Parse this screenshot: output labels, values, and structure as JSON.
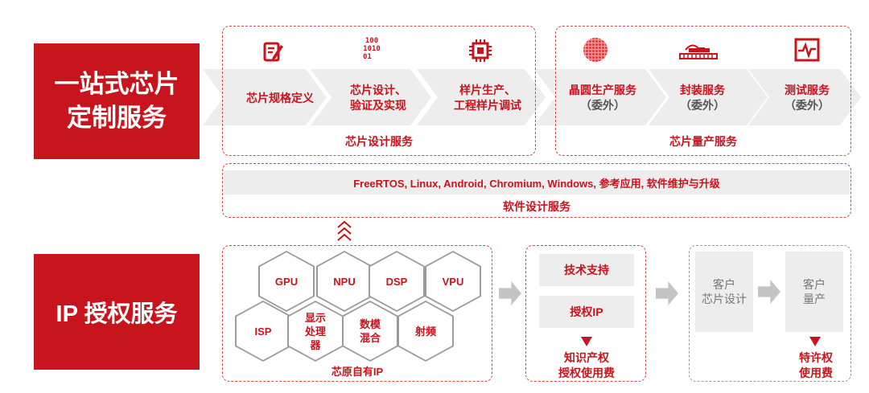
{
  "titles": {
    "top_line1": "一站式芯片",
    "top_line2": "定制服务",
    "bottom": "IP 授权服务"
  },
  "design_steps": [
    {
      "label_line1": "芯片规格定义",
      "label_line2": "",
      "icon": "edit-document-icon"
    },
    {
      "label_line1": "芯片设计、",
      "label_line2": "验证及实现",
      "icon": "binary-code-icon",
      "icon_text": [
        "100",
        "1010",
        "01"
      ]
    },
    {
      "label_line1": "样片生产、",
      "label_line2": "工程样片调试",
      "icon": "chip-icon"
    }
  ],
  "production_steps": [
    {
      "label": "晶圆生产服务",
      "sub": "（委外）",
      "icon": "wafer-icon"
    },
    {
      "label": "封装服务",
      "sub": "（委外）",
      "icon": "packaging-icon"
    },
    {
      "label": "测试服务",
      "sub": "（委外）",
      "icon": "test-monitor-icon"
    }
  ],
  "group_titles": {
    "design": "芯片设计服务",
    "production": "芯片量产服务"
  },
  "software": {
    "items": "FreeRTOS, Linux, Android, Chromium, Windows, 参考应用, 软件维护与升级",
    "title": "软件设计服务"
  },
  "ip_hexes": [
    {
      "label": "GPU"
    },
    {
      "label": "NPU"
    },
    {
      "label": "DSP"
    },
    {
      "label": "VPU"
    },
    {
      "label": "ISP"
    },
    {
      "label": "显示处理器"
    },
    {
      "label": "数模混合"
    },
    {
      "label": "射频"
    }
  ],
  "ip_group_title": "芯原自有IP",
  "license": {
    "support": "技术支持",
    "license_ip": "授权IP",
    "fee_line1": "知识产权",
    "fee_line2": "授权使用费"
  },
  "customer": {
    "design_line1": "客户",
    "design_line2": "芯片设计",
    "mass_line1": "客户",
    "mass_line2": "量产",
    "fee_line1": "特许权",
    "fee_line2": "使用费"
  },
  "colors": {
    "brand_red": "#c8141c",
    "banner_grey": "#ededed",
    "arrow_grey": "#c4c4c4"
  }
}
